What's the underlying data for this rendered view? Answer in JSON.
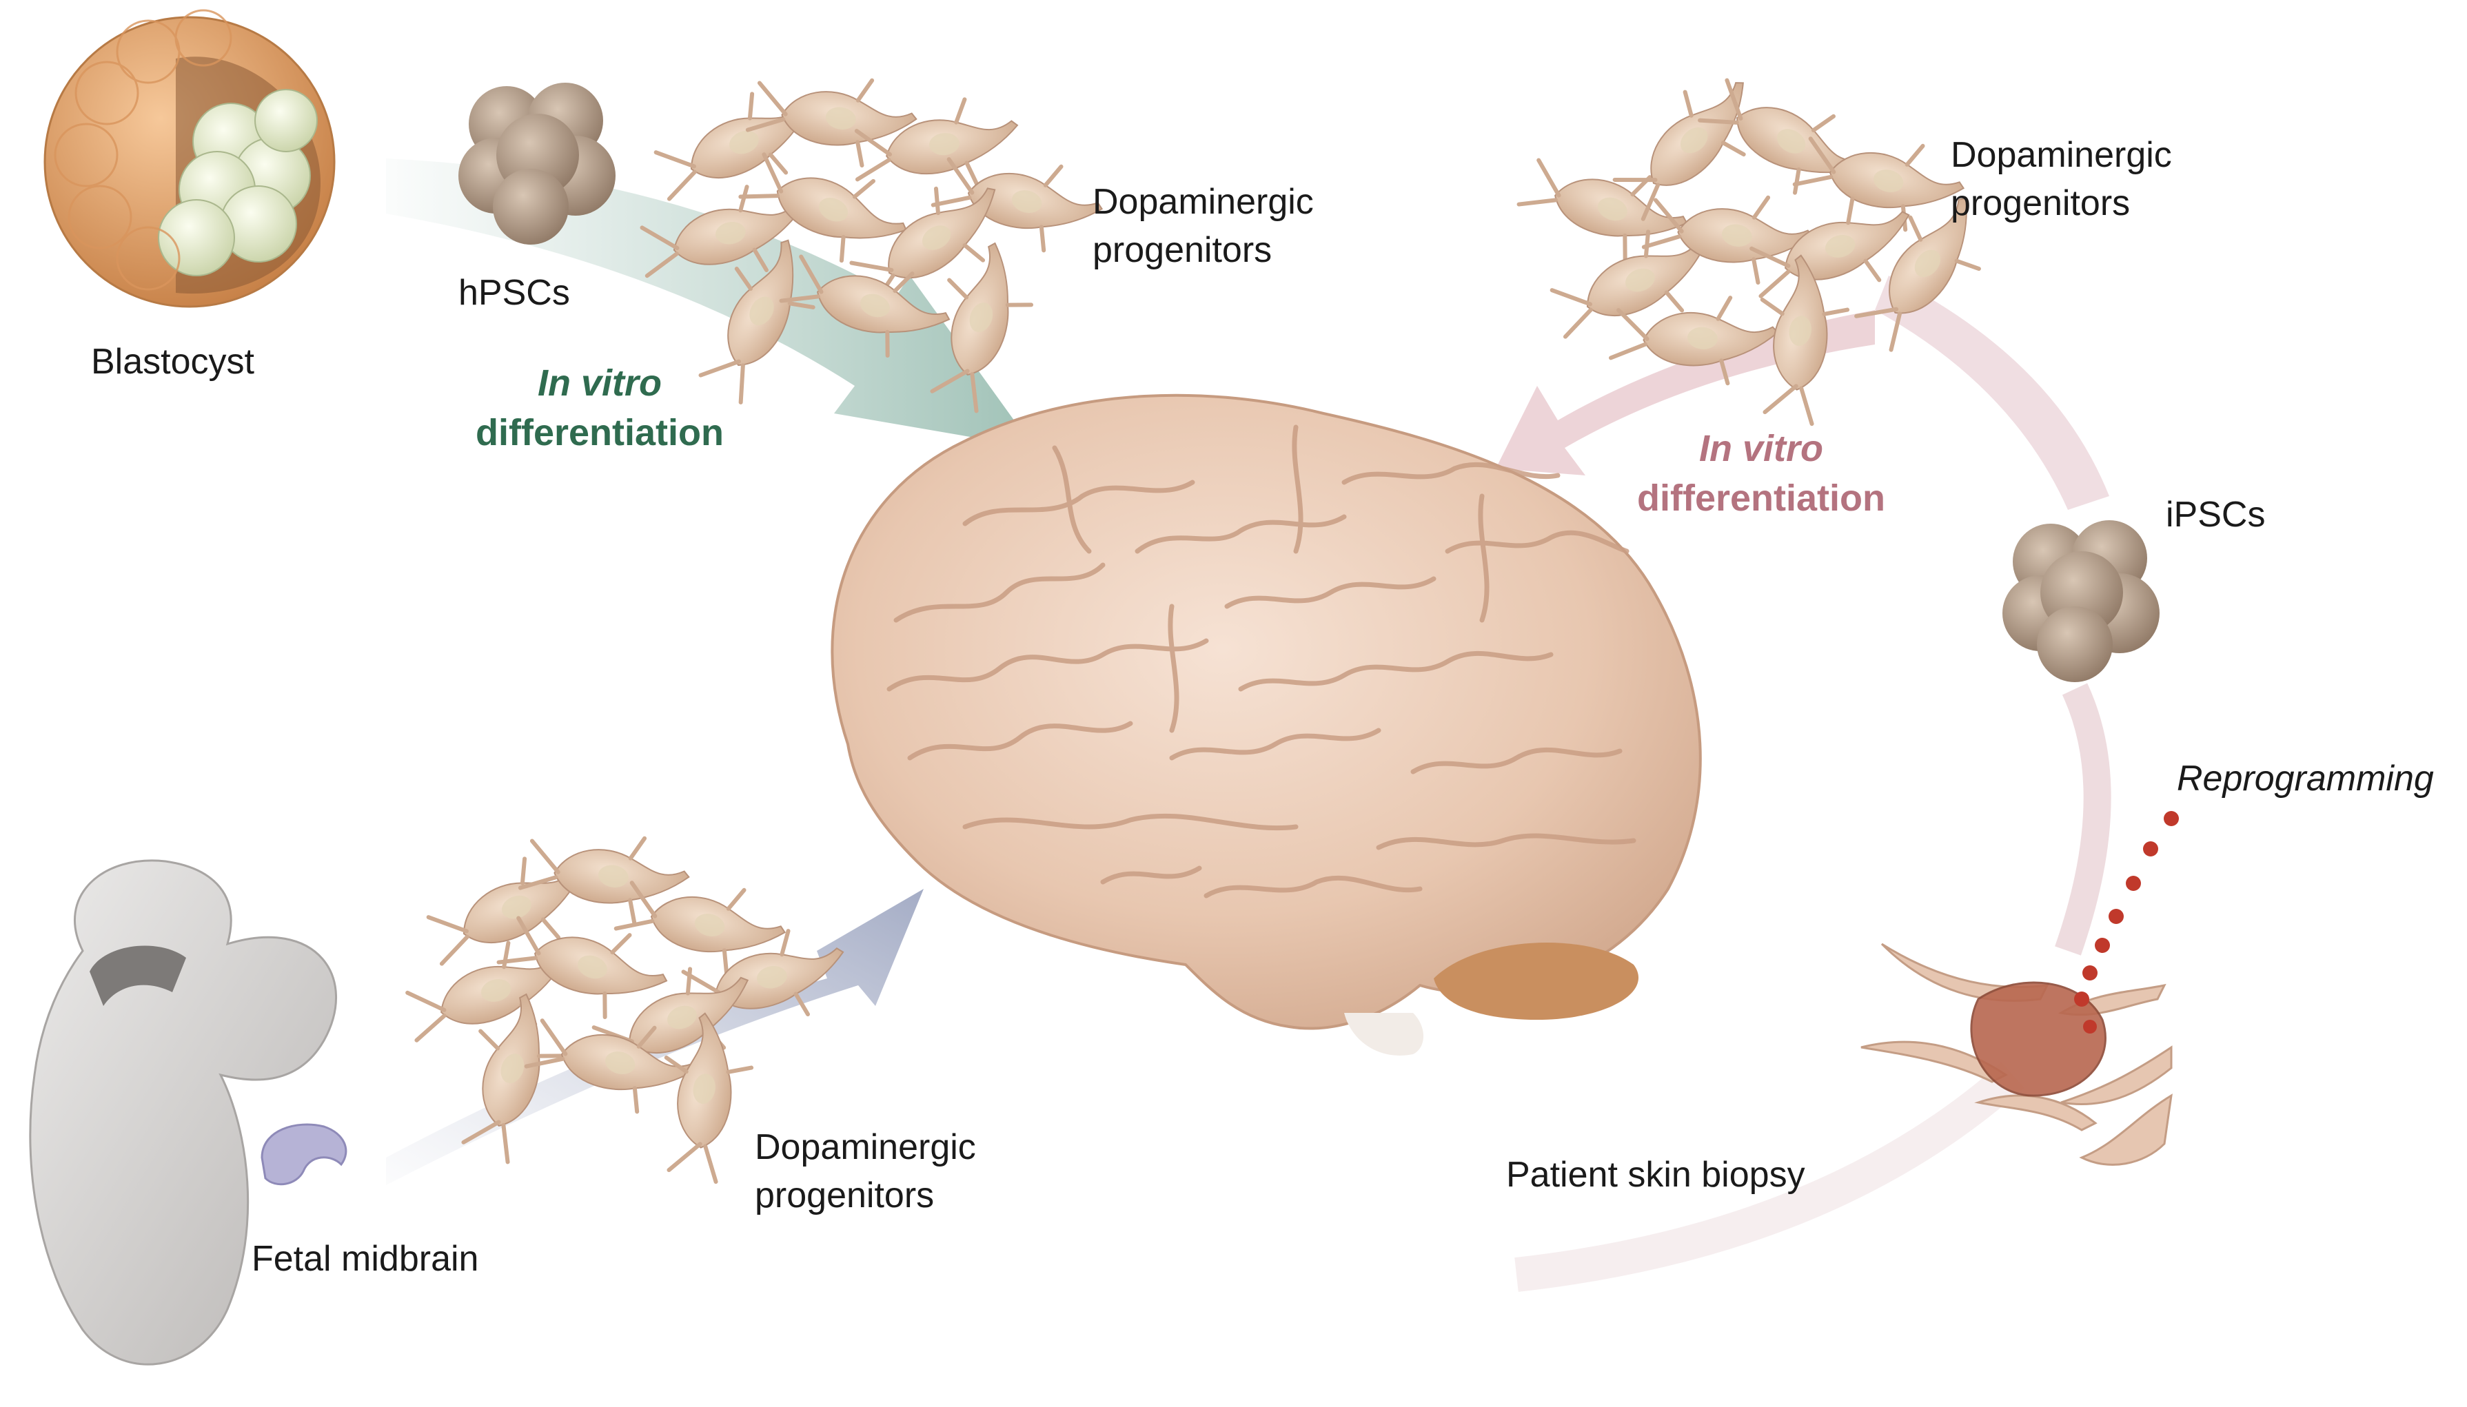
{
  "labels": {
    "blastocyst": "Blastocyst",
    "hpscs": "hPSCs",
    "dopa_top_left_1": "Dopaminergic",
    "dopa_top_left_2": "progenitors",
    "dopa_top_right_1": "Dopaminergic",
    "dopa_top_right_2": "progenitors",
    "dopa_bottom_1": "Dopaminergic",
    "dopa_bottom_2": "progenitors",
    "ipscs": "iPSCs",
    "reprogramming": "Reprogramming",
    "patient_skin_biopsy": "Patient skin biopsy",
    "fetal_midbrain": "Fetal midbrain",
    "invitro_left_italic": "In vitro",
    "invitro_left_rest": "differentiation",
    "invitro_right_italic": "In vitro",
    "invitro_right_rest": "differentiation"
  },
  "colors": {
    "green_text": "#2f6b4f",
    "pink_text": "#b4737f",
    "brain": "#e9c9b4",
    "cell": "#dcbfa5",
    "stem_cell": "#b7a08b",
    "blastocyst_outer": "#e6a56e",
    "blastocyst_inner": "#e8efcf",
    "midbrain": "#d6d4d3",
    "fetal_midbrain_piece": "#b6b3d6",
    "green_arrow": "#a7c6bb",
    "pink_arrow": "#e8c9ce",
    "grey_arrow": "#b9bfd2",
    "red_dots": "#c0392b"
  }
}
